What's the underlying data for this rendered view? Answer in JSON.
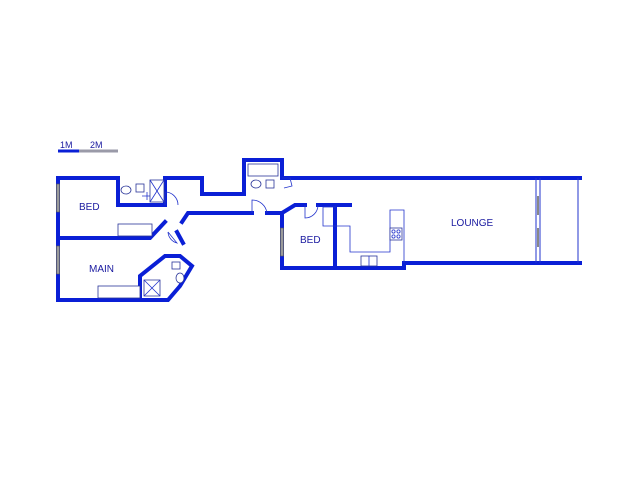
{
  "scale": {
    "label_1": "1M",
    "label_2": "2M"
  },
  "rooms": {
    "bed_1": "BED",
    "main": "MAIN",
    "bed_2": "BED",
    "lounge": "LOUNGE"
  }
}
